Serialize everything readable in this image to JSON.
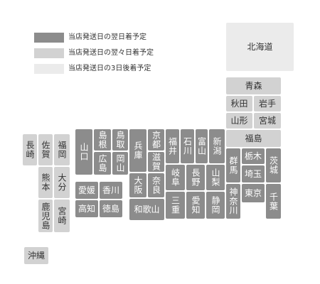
{
  "legend": [
    {
      "label": "当店発送日の翌日着予定",
      "color": "#8c8c8c"
    },
    {
      "label": "当店発送日の翌々日着予定",
      "color": "#d2d2d2"
    },
    {
      "label": "当店発送日の3日後着予定",
      "color": "#ebebeb"
    }
  ],
  "prefectures": {
    "hokkaido": "北海道",
    "aomori": "青森",
    "akita": "秋田",
    "iwate": "岩手",
    "yamagata": "山形",
    "miyagi": "宮城",
    "fukushima": "福島",
    "niigata": "新潟",
    "toyama": "富山",
    "ishikawa": "石川",
    "fukui": "福井",
    "kyoto": "京都",
    "hyogo": "兵庫",
    "tottori": "鳥取",
    "shimane": "島根",
    "yamaguchi": "山口",
    "hiroshima": "広島",
    "okayama": "岡山",
    "shiga": "滋賀",
    "nara": "奈良",
    "osaka": "大阪",
    "wakayama": "和歌山",
    "gifu": "岐阜",
    "nagano": "長野",
    "yamanashi": "山梨",
    "mie": "三重",
    "aichi": "愛知",
    "shizuoka": "静岡",
    "gunma": "群馬",
    "tochigi": "栃木",
    "ibaraki": "茨城",
    "saitama": "埼玉",
    "kanagawa": "神奈川",
    "tokyo": "東京",
    "chiba": "千葉",
    "ehime": "愛媛",
    "kagawa": "香川",
    "kochi": "高知",
    "tokushima": "徳島",
    "nagasaki": "長崎",
    "saga": "佐賀",
    "fukuoka": "福岡",
    "kumamoto": "熊本",
    "oita": "大分",
    "kagoshima": "鹿児島",
    "miyazaki": "宮崎",
    "okinawa": "沖縄"
  }
}
